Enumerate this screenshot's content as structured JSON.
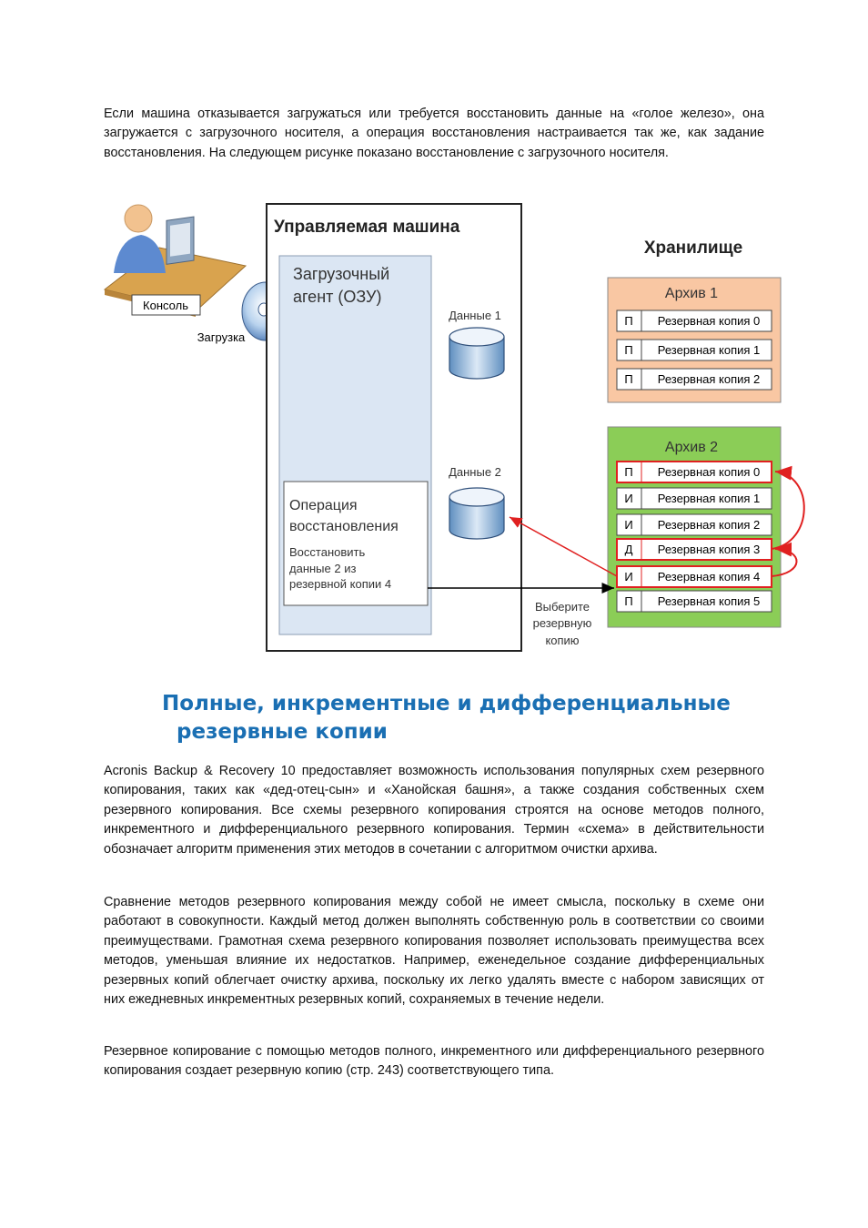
{
  "intro_paragraph": "Если машина отказывается загружаться или требуется восстановить данные на «голое железо», она загружается с загрузочного носителя, а операция восстановления настраивается так же, как задание восстановления. На следующем рисунке показано восстановление с загрузочного носителя.",
  "diagram": {
    "console_label": "Консоль",
    "boot_label": "Загрузка",
    "managed_machine_title": "Управляемая машина",
    "agent_line1": "Загрузочный",
    "agent_line2": "агент (ОЗУ)",
    "data1_label": "Данные 1",
    "data2_label": "Данные 2",
    "operation_line1": "Операция",
    "operation_line2": "восстановления",
    "operation_desc_line1": "Восстановить",
    "operation_desc_line2": "данные 2 из",
    "operation_desc_line3": "резервной копии 4",
    "storage_title": "Хранилище",
    "select_line1": "Выберите",
    "select_line2": "резервную",
    "select_line3": "копию",
    "archive1": {
      "title": "Архив 1",
      "color": "#f9c7a3",
      "rows": [
        {
          "type": "П",
          "name": "Резервная копия 0"
        },
        {
          "type": "П",
          "name": "Резервная копия 1"
        },
        {
          "type": "П",
          "name": "Резервная копия 2"
        }
      ]
    },
    "archive2": {
      "title": "Архив 2",
      "color": "#8bcd57",
      "rows": [
        {
          "type": "П",
          "name": "Резервная копия 0"
        },
        {
          "type": "И",
          "name": "Резервная копия 1"
        },
        {
          "type": "И",
          "name": "Резервная копия 2"
        },
        {
          "type": "Д",
          "name": "Резервная копия 3"
        },
        {
          "type": "И",
          "name": "Резервная копия 4"
        },
        {
          "type": "П",
          "name": "Резервная копия 5"
        }
      ]
    },
    "highlight_color": "#e02020"
  },
  "section_heading_line1": "Полные, инкрементные и дифференциальные",
  "section_heading_line2": "резервные копии",
  "paragraph_1": "Acronis Backup & Recovery 10 предоставляет возможность использования популярных схем резервного копирования, таких как «дед-отец-сын» и «Ханойская башня», а также создания собственных схем резервного копирования. Все схемы резервного копирования строятся на основе методов полного, инкрементного и дифференциального резервного копирования. Термин «схема» в действительности обозначает алгоритм применения этих методов в сочетании с алгоритмом очистки архива.",
  "paragraph_2": "Сравнение методов резервного копирования между собой не имеет смысла, поскольку в схеме они работают в совокупности. Каждый метод должен выполнять собственную роль в соответствии со своими преимуществами. Грамотная схема резервного копирования позволяет использовать преимущества всех методов, уменьшая влияние их недостатков. Например, еженедельное создание дифференциальных резервных копий облегчает очистку архива, поскольку их легко удалять вместе с набором зависящих от них ежедневных инкрементных резервных копий, сохраняемых в течение недели.",
  "paragraph_3": "Резервное копирование с помощью методов полного, инкрементного или дифференциального резервного копирования создает резервную копию (стр. 243) соответствующего типа."
}
